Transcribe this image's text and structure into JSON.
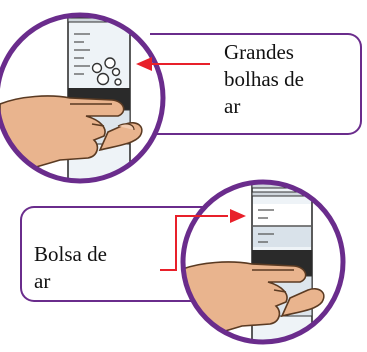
{
  "callouts": {
    "large_bubbles": {
      "lines": [
        "Grandes",
        "bolhas de",
        "ar"
      ]
    },
    "air_pocket": {
      "lines": [
        "Bolsa de",
        "ar"
      ]
    }
  },
  "colors": {
    "frame": "#6a2c8c",
    "arrow": "#e8202a",
    "skin": "#e9b48e",
    "skin_outline": "#5a3a22",
    "barrel": "#eef3f7",
    "plunger": "#2a2a2a"
  }
}
